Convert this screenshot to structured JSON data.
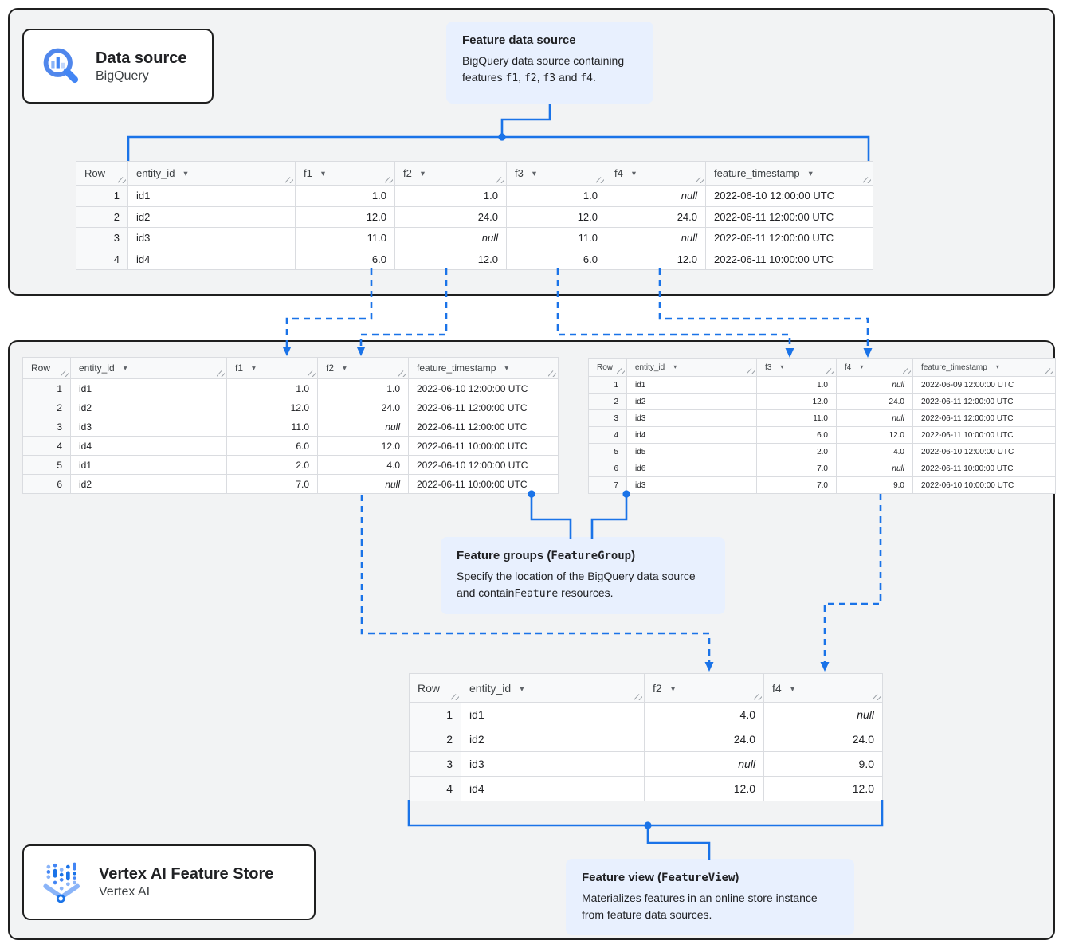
{
  "colors": {
    "accent_blue": "#1a73e8",
    "callout_bg": "#e8f0fe",
    "container_bg": "#f2f3f4",
    "grid_line": "#dadce0",
    "null_text": "#80868b",
    "icon_blue_light": "#8ab4f8",
    "icon_blue_mid": "#4285f4",
    "icon_blue_dark": "#1a73e8"
  },
  "cards": {
    "data_source": {
      "title": "Data source",
      "subtitle": "BigQuery"
    },
    "feature_store": {
      "title": "Vertex AI Feature Store",
      "subtitle": "Vertex AI"
    }
  },
  "callouts": {
    "feature_data_source": {
      "title": [
        {
          "t": "Feature data source"
        }
      ],
      "body": [
        {
          "t": "BigQuery data source containing features "
        },
        {
          "t": "f1",
          "mono": true
        },
        {
          "t": ", "
        },
        {
          "t": "f2",
          "mono": true
        },
        {
          "t": ", "
        },
        {
          "t": "f3",
          "mono": true
        },
        {
          "t": " and "
        },
        {
          "t": "f4",
          "mono": true
        },
        {
          "t": "."
        }
      ]
    },
    "feature_groups": {
      "title": [
        {
          "t": "Feature groups ("
        },
        {
          "t": "FeatureGroup",
          "mono": true
        },
        {
          "t": ")"
        }
      ],
      "body": [
        {
          "t": "Specify the location of the BigQuery data source and contain"
        },
        {
          "t": "Feature",
          "mono": true
        },
        {
          "t": " resources."
        }
      ]
    },
    "feature_view": {
      "title": [
        {
          "t": "Feature view ("
        },
        {
          "t": "FeatureView",
          "mono": true
        },
        {
          "t": ")"
        }
      ],
      "body": [
        {
          "t": "Materializes features in an online store instance from feature data sources."
        }
      ]
    }
  },
  "tables": {
    "source": {
      "columns": [
        {
          "label": "Row"
        },
        {
          "label": "entity_id",
          "sort": true
        },
        {
          "label": "f1",
          "sort": true,
          "num": true
        },
        {
          "label": "f2",
          "sort": true,
          "num": true
        },
        {
          "label": "f3",
          "sort": true,
          "num": true
        },
        {
          "label": "f4",
          "sort": true,
          "num": true
        },
        {
          "label": "feature_timestamp",
          "sort": true
        }
      ],
      "rows": [
        [
          "1",
          "id1",
          "1.0",
          "1.0",
          "1.0",
          "null",
          "2022-06-10 12:00:00 UTC"
        ],
        [
          "2",
          "id2",
          "12.0",
          "24.0",
          "12.0",
          "24.0",
          "2022-06-11 12:00:00 UTC"
        ],
        [
          "3",
          "id3",
          "11.0",
          "null",
          "11.0",
          "null",
          "2022-06-11 12:00:00 UTC"
        ],
        [
          "4",
          "id4",
          "6.0",
          "12.0",
          "6.0",
          "12.0",
          "2022-06-11 10:00:00 UTC"
        ]
      ]
    },
    "group_left": {
      "columns": [
        {
          "label": "Row"
        },
        {
          "label": "entity_id",
          "sort": true
        },
        {
          "label": "f1",
          "sort": true,
          "num": true
        },
        {
          "label": "f2",
          "sort": true,
          "num": true
        },
        {
          "label": "feature_timestamp",
          "sort": true
        }
      ],
      "rows": [
        [
          "1",
          "id1",
          "1.0",
          "1.0",
          "2022-06-10 12:00:00 UTC"
        ],
        [
          "2",
          "id2",
          "12.0",
          "24.0",
          "2022-06-11 12:00:00 UTC"
        ],
        [
          "3",
          "id3",
          "11.0",
          "null",
          "2022-06-11 12:00:00 UTC"
        ],
        [
          "4",
          "id4",
          "6.0",
          "12.0",
          "2022-06-11 10:00:00 UTC"
        ],
        [
          "5",
          "id1",
          "2.0",
          "4.0",
          "2022-06-10 12:00:00 UTC"
        ],
        [
          "6",
          "id2",
          "7.0",
          "null",
          "2022-06-11 10:00:00 UTC"
        ]
      ]
    },
    "group_right": {
      "columns": [
        {
          "label": "Row"
        },
        {
          "label": "entity_id",
          "sort": true
        },
        {
          "label": "f3",
          "sort": true,
          "num": true
        },
        {
          "label": "f4",
          "sort": true,
          "num": true
        },
        {
          "label": "feature_timestamp",
          "sort": true
        }
      ],
      "rows": [
        [
          "1",
          "id1",
          "1.0",
          "null",
          "2022-06-09 12:00:00 UTC"
        ],
        [
          "2",
          "id2",
          "12.0",
          "24.0",
          "2022-06-11 12:00:00 UTC"
        ],
        [
          "3",
          "id3",
          "11.0",
          "null",
          "2022-06-11 12:00:00 UTC"
        ],
        [
          "4",
          "id4",
          "6.0",
          "12.0",
          "2022-06-11 10:00:00 UTC"
        ],
        [
          "5",
          "id5",
          "2.0",
          "4.0",
          "2022-06-10 12:00:00 UTC"
        ],
        [
          "6",
          "id6",
          "7.0",
          "null",
          "2022-06-11 10:00:00 UTC"
        ],
        [
          "7",
          "id3",
          "7.0",
          "9.0",
          "2022-06-10 10:00:00 UTC"
        ]
      ]
    },
    "view": {
      "columns": [
        {
          "label": "Row"
        },
        {
          "label": "entity_id",
          "sort": true
        },
        {
          "label": "f2",
          "sort": true,
          "num": true
        },
        {
          "label": "f4",
          "sort": true,
          "num": true
        }
      ],
      "rows": [
        [
          "1",
          "id1",
          "4.0",
          "null"
        ],
        [
          "2",
          "id2",
          "24.0",
          "24.0"
        ],
        [
          "3",
          "id3",
          "null",
          "9.0"
        ],
        [
          "4",
          "id4",
          "12.0",
          "12.0"
        ]
      ]
    }
  }
}
